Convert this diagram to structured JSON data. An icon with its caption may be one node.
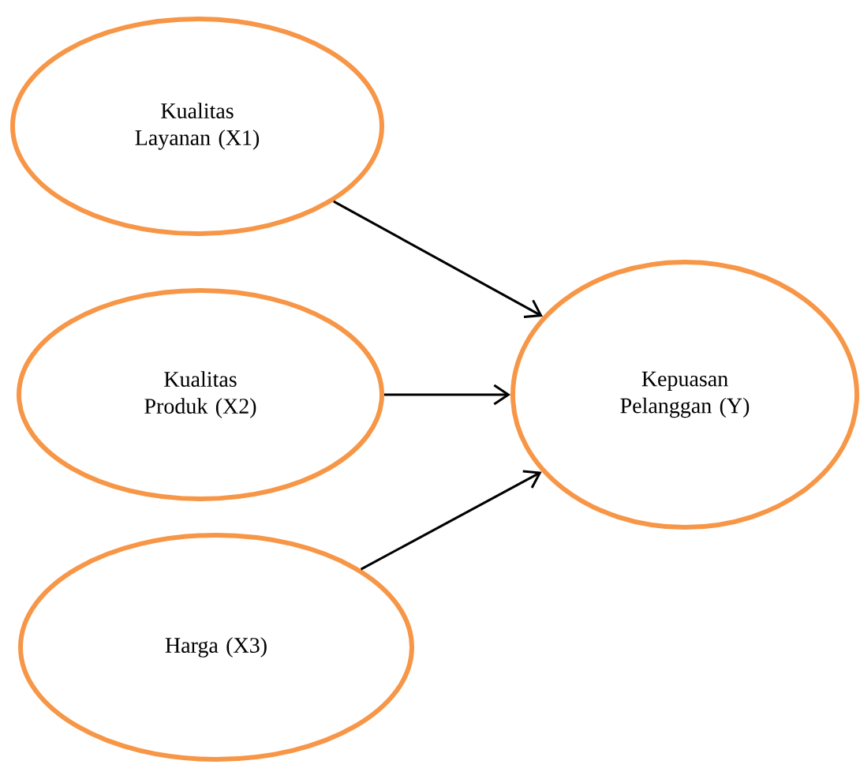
{
  "diagram": {
    "nodes": [
      {
        "text": [
          "Kualitas Layanan (X1)"
        ]
      },
      {
        "text": [
          "Kualitas Produk (X2)"
        ]
      },
      {
        "text": [
          "Harga (X3)"
        ]
      },
      {
        "text": [
          "Kepuasan Pelanggan (Y)"
        ]
      }
    ],
    "edges": [
      {
        "from": 0,
        "to": 3,
        "arrow": "to"
      },
      {
        "from": 1,
        "to": 3,
        "arrow": "to"
      },
      {
        "from": 2,
        "to": 3,
        "arrow": "to"
      }
    ]
  }
}
